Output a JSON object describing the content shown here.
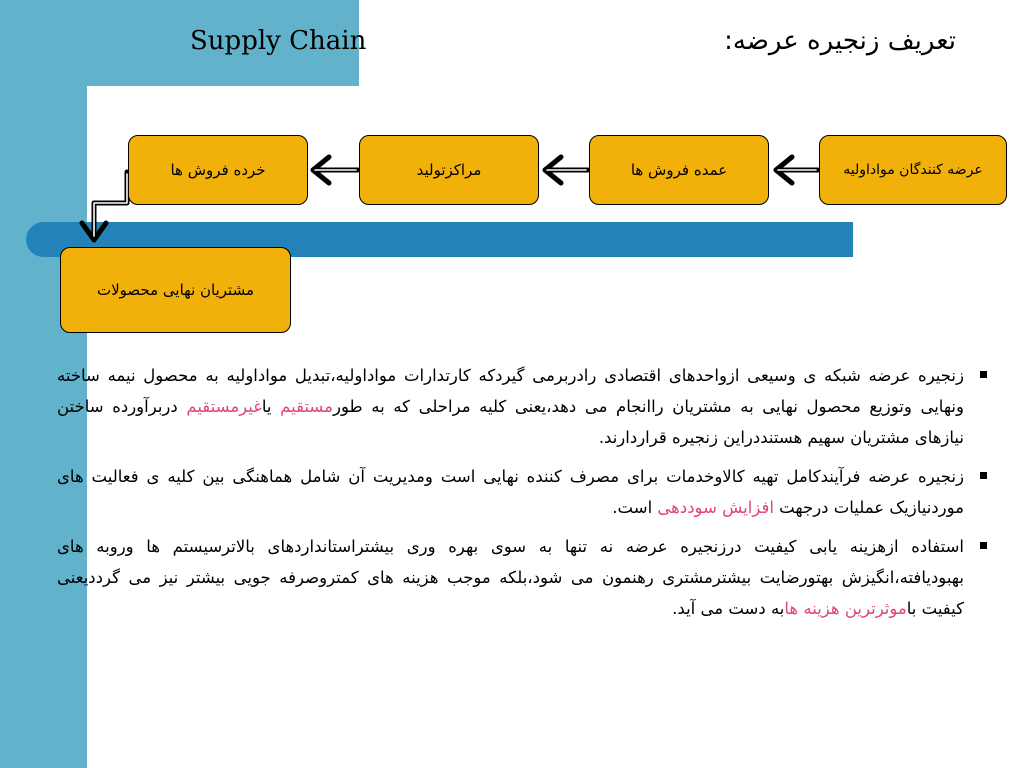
{
  "colors": {
    "band": "#62b2cc",
    "bar": "#2383b8",
    "box": "#f2b00a",
    "highlight": "#e0457b"
  },
  "header": {
    "title_en": "Supply Chain",
    "title_fa": "تعریف زنجیره عرضه:"
  },
  "flow": {
    "nodes": [
      "عرضه کنندگان مواداولیه",
      "عمده فروش ها",
      "مراکزتولید",
      "خرده فروش ها",
      "مشتریان نهایی محصولات"
    ]
  },
  "bullets": [
    {
      "parts": [
        {
          "text": "زنجیره عرضه شبکه ی وسیعی ازواحدهای اقتصادی رادربرمی گیردکه کارتدارات مواداولیه،تبدیل مواداولیه به محصول نیمه ساخته ونهایی وتوزیع محصول نهایی به مشتریان راانجام می دهد،یعنی کلیه مراحلی که به طور",
          "hl": false
        },
        {
          "text": "مستقیم",
          "hl": true
        },
        {
          "text": " یا",
          "hl": false
        },
        {
          "text": "غیرمستقیم",
          "hl": true
        },
        {
          "text": " دربرآورده ساختن نیازهای مشتریان سهیم هستنددراین زنجیره قراردارند.",
          "hl": false
        }
      ]
    },
    {
      "parts": [
        {
          "text": "زنجیره عرضه فرآیندکامل تهیه کالاوخدمات برای مصرف کننده نهایی است ومدیریت آن شامل هماهنگی بین کلیه ی فعالیت های موردنیازیک عملیات درجهت ",
          "hl": false
        },
        {
          "text": "افزایش سوددهی",
          "hl": true
        },
        {
          "text": " است.",
          "hl": false
        }
      ]
    },
    {
      "parts": [
        {
          "text": "استفاده ازهزینه یابی کیفیت درزنجیره عرضه نه تنها به سوی بهره وری بیشتراستانداردهای بالاترسیستم ها وروبه های بهبودیافته،انگیزش بهتورضایت بیشترمشتری رهنمون می شود،بلکه موجب هزینه های کمتروصرفه جویی بیشتر نیز می گرددیعنی کیفیت با",
          "hl": false
        },
        {
          "text": "موثرترین هزینه ها",
          "hl": true
        },
        {
          "text": "به دست می آید.",
          "hl": false
        }
      ]
    }
  ]
}
